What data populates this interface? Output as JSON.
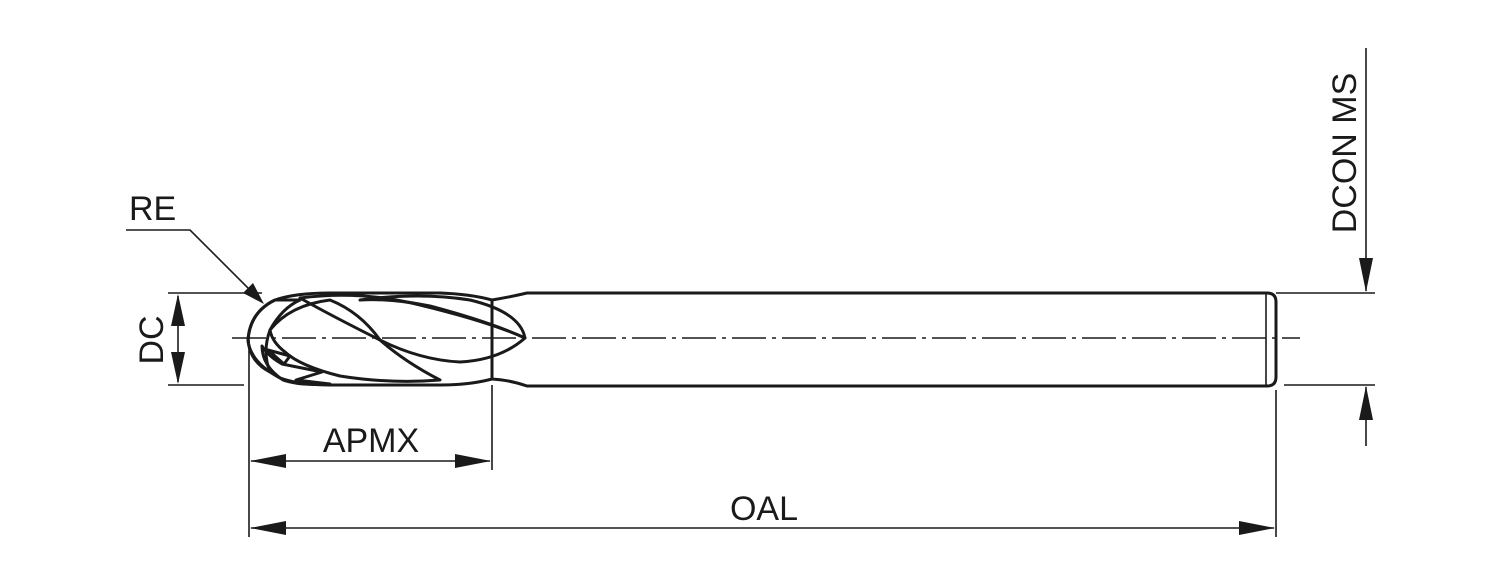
{
  "labels": {
    "re": "RE",
    "dc": "DC",
    "apmx": "APMX",
    "oal": "OAL",
    "dcon_ms": "DCON MS"
  }
}
